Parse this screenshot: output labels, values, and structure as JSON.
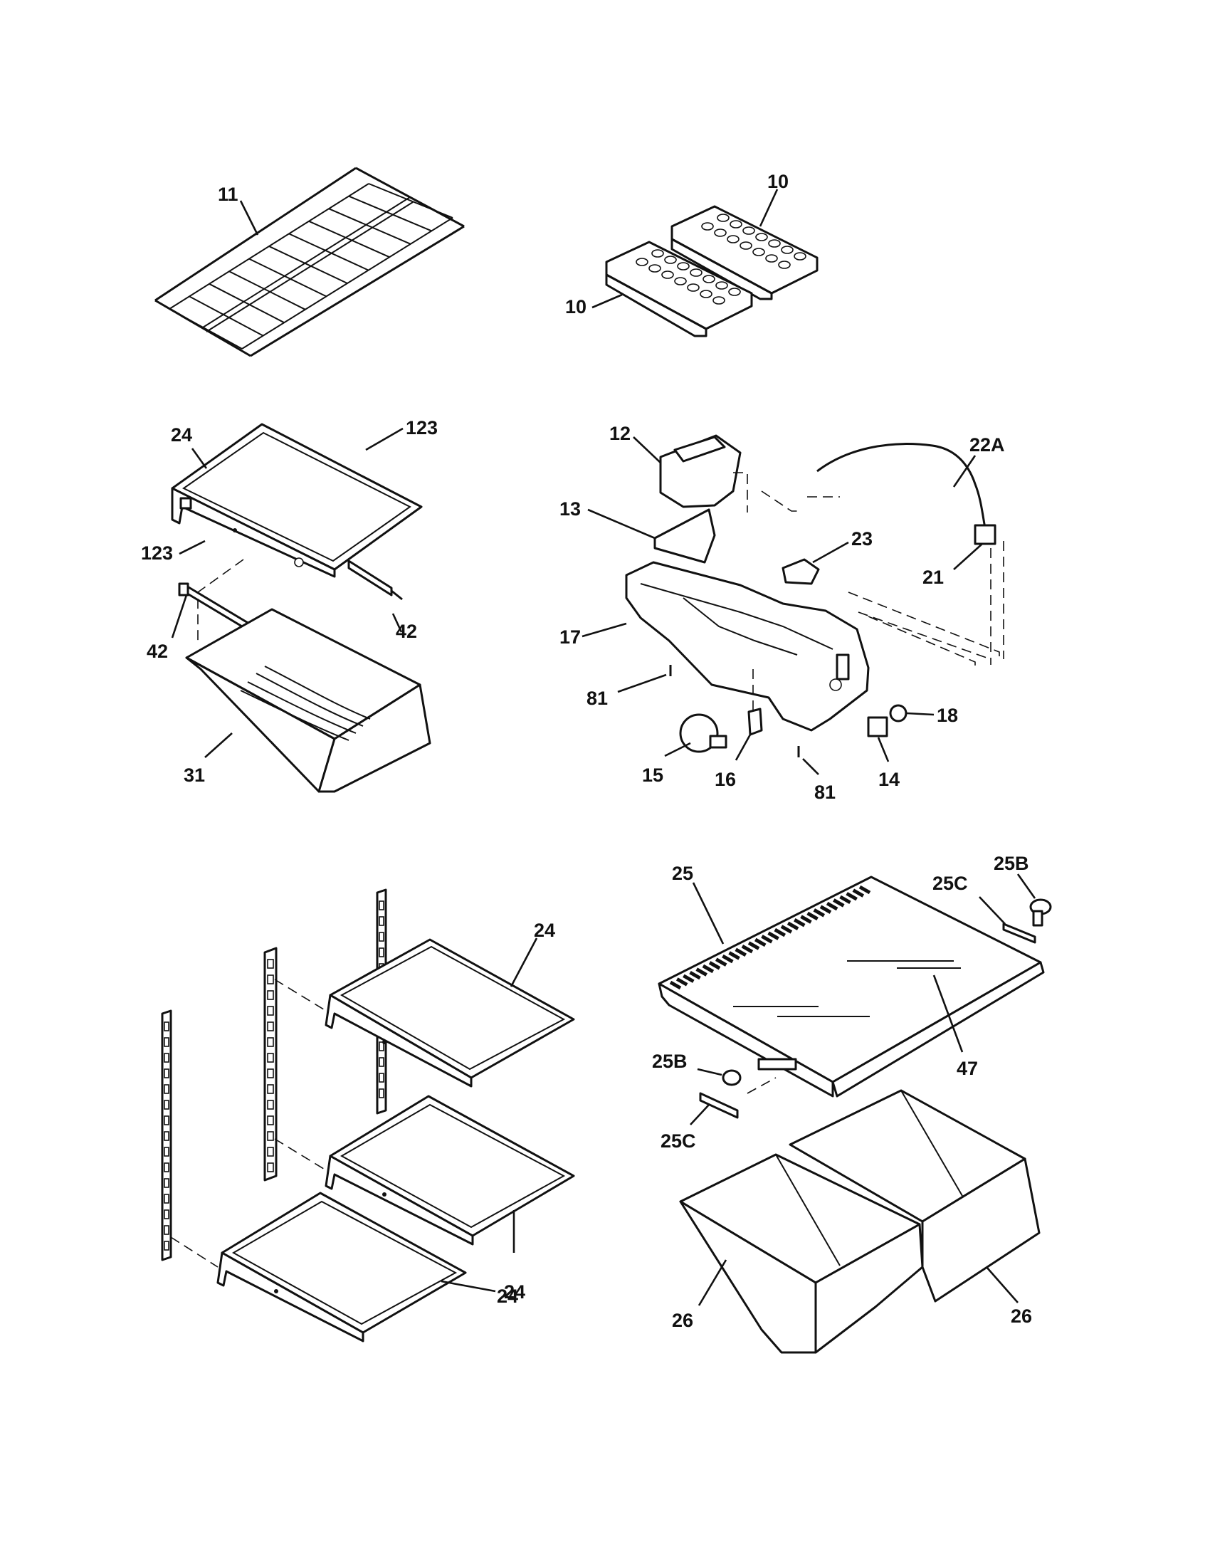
{
  "diagram": {
    "labels": {
      "l11": "11",
      "l10a": "10",
      "l10b": "10",
      "l24a": "24",
      "l123a": "123",
      "l123b": "123",
      "l42a": "42",
      "l42b": "42",
      "l31": "31",
      "l12": "12",
      "l22a": "22A",
      "l13": "13",
      "l23": "23",
      "l21": "21",
      "l17": "17",
      "l81a": "81",
      "l81b": "81",
      "l18": "18",
      "l15": "15",
      "l16": "16",
      "l14": "14",
      "l25b1": "25B",
      "l25": "25",
      "l25c1": "25C",
      "l24b": "24",
      "l47": "47",
      "l25b2": "25B",
      "l25c2": "25C",
      "l24c": "24",
      "l24d": "24",
      "l26a": "26",
      "l26b": "26"
    }
  }
}
